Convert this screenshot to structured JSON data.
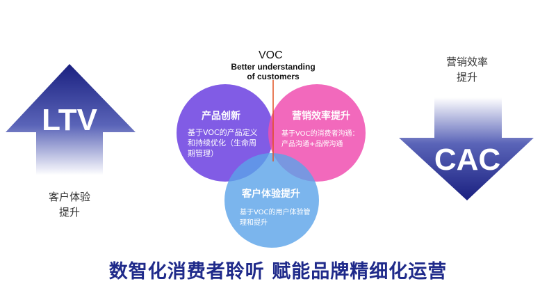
{
  "voc": {
    "title": "VOC",
    "subtitle_line1": "Better understanding",
    "subtitle_line2": "of customers"
  },
  "left_arrow": {
    "label": "LTV",
    "caption_line1": "客户体验",
    "caption_line2": "提升",
    "gradient_top": "#1a2080",
    "gradient_bottom": "#ffffff"
  },
  "right_arrow": {
    "label": "CAC",
    "caption_line1": "营销效率",
    "caption_line2": "提升",
    "gradient_top": "#ffffff",
    "gradient_bottom": "#1a2080"
  },
  "circles": {
    "product": {
      "title": "产品创新",
      "body": "基于VOC的产品定义和持续优化（生命周期管理）",
      "color": "#6b3fe0"
    },
    "marketing": {
      "title": "营销效率提升",
      "body": "基于VOC的消费者沟通：产品沟通+品牌沟通",
      "color": "#f04fb0"
    },
    "experience": {
      "title": "客户体验提升",
      "body": "基于VOC的用户体验管理和提升",
      "color": "#5aa3e8"
    }
  },
  "banner": "数智化消费者聆听 赋能品牌精细化运营",
  "colors": {
    "voc_line": "#e05020",
    "banner_text": "#1f2a8a"
  }
}
